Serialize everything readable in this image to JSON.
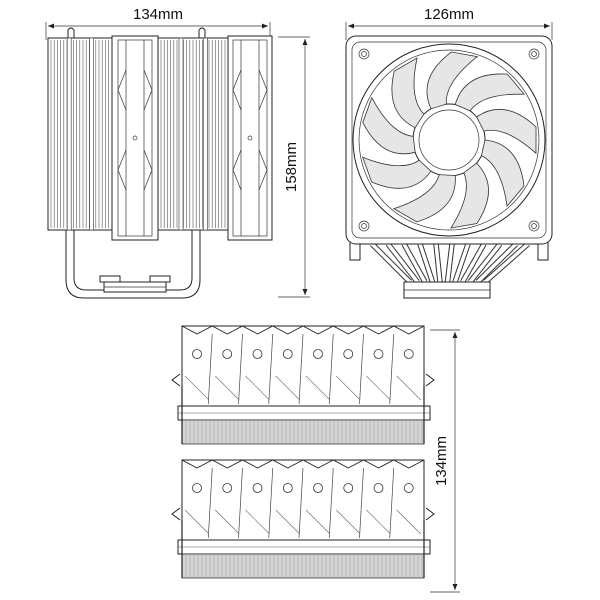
{
  "dimensions": {
    "side_width": "134mm",
    "front_width": "126mm",
    "height": "158mm",
    "top_depth": "134mm"
  },
  "colors": {
    "line": "#222222",
    "fill_grey": "#cfcfcf",
    "background": "#ffffff"
  }
}
